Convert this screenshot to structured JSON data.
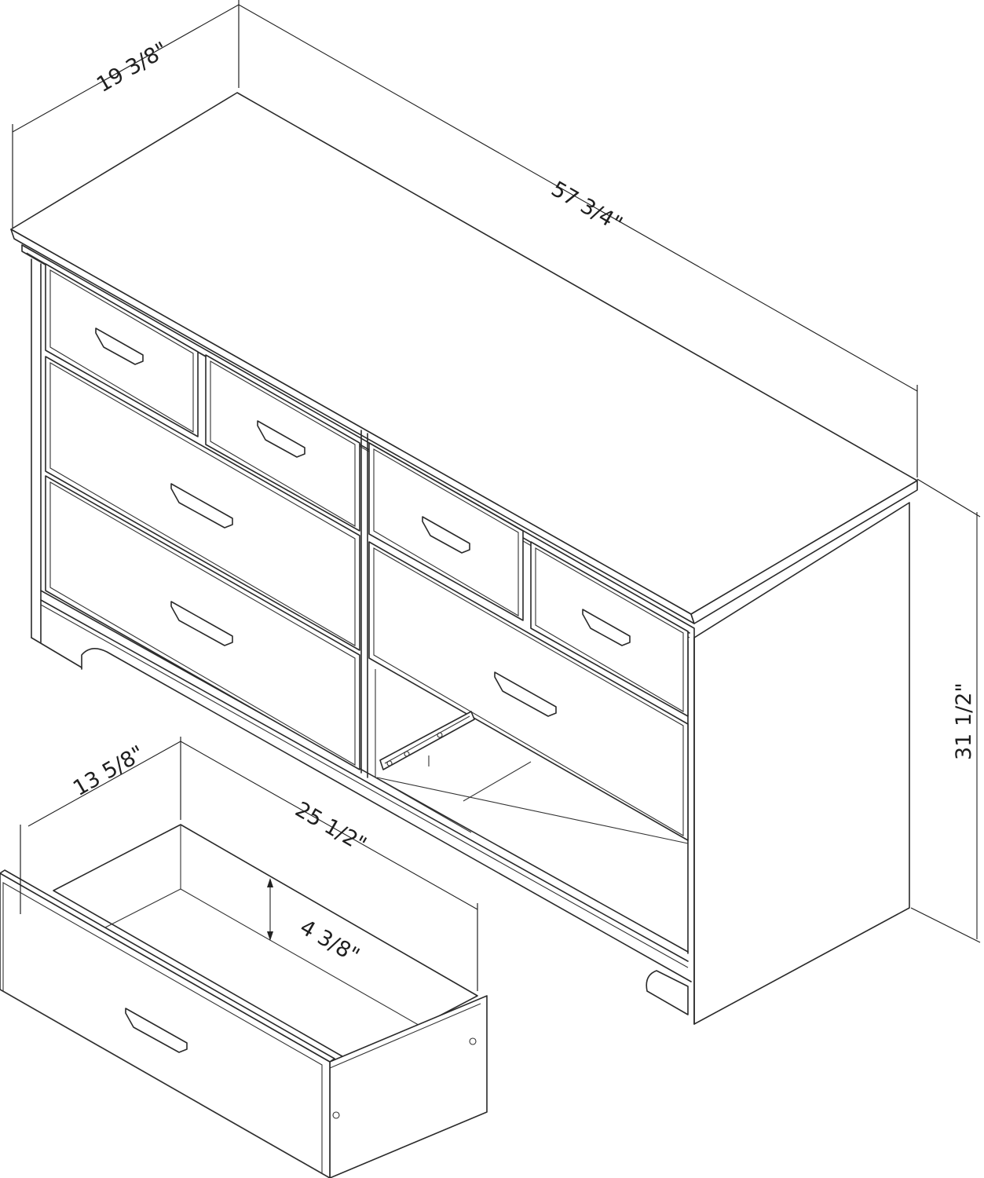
{
  "dimensions": {
    "depth": "19 3/8\"",
    "width": "57 3/4\"",
    "height": "31 1/2\"",
    "drawer_depth": "13 5/8\"",
    "drawer_width": "25 1/2\"",
    "drawer_height": "4 3/8\""
  },
  "colors": {
    "line": "#2a2a2a",
    "background": "#ffffff"
  }
}
